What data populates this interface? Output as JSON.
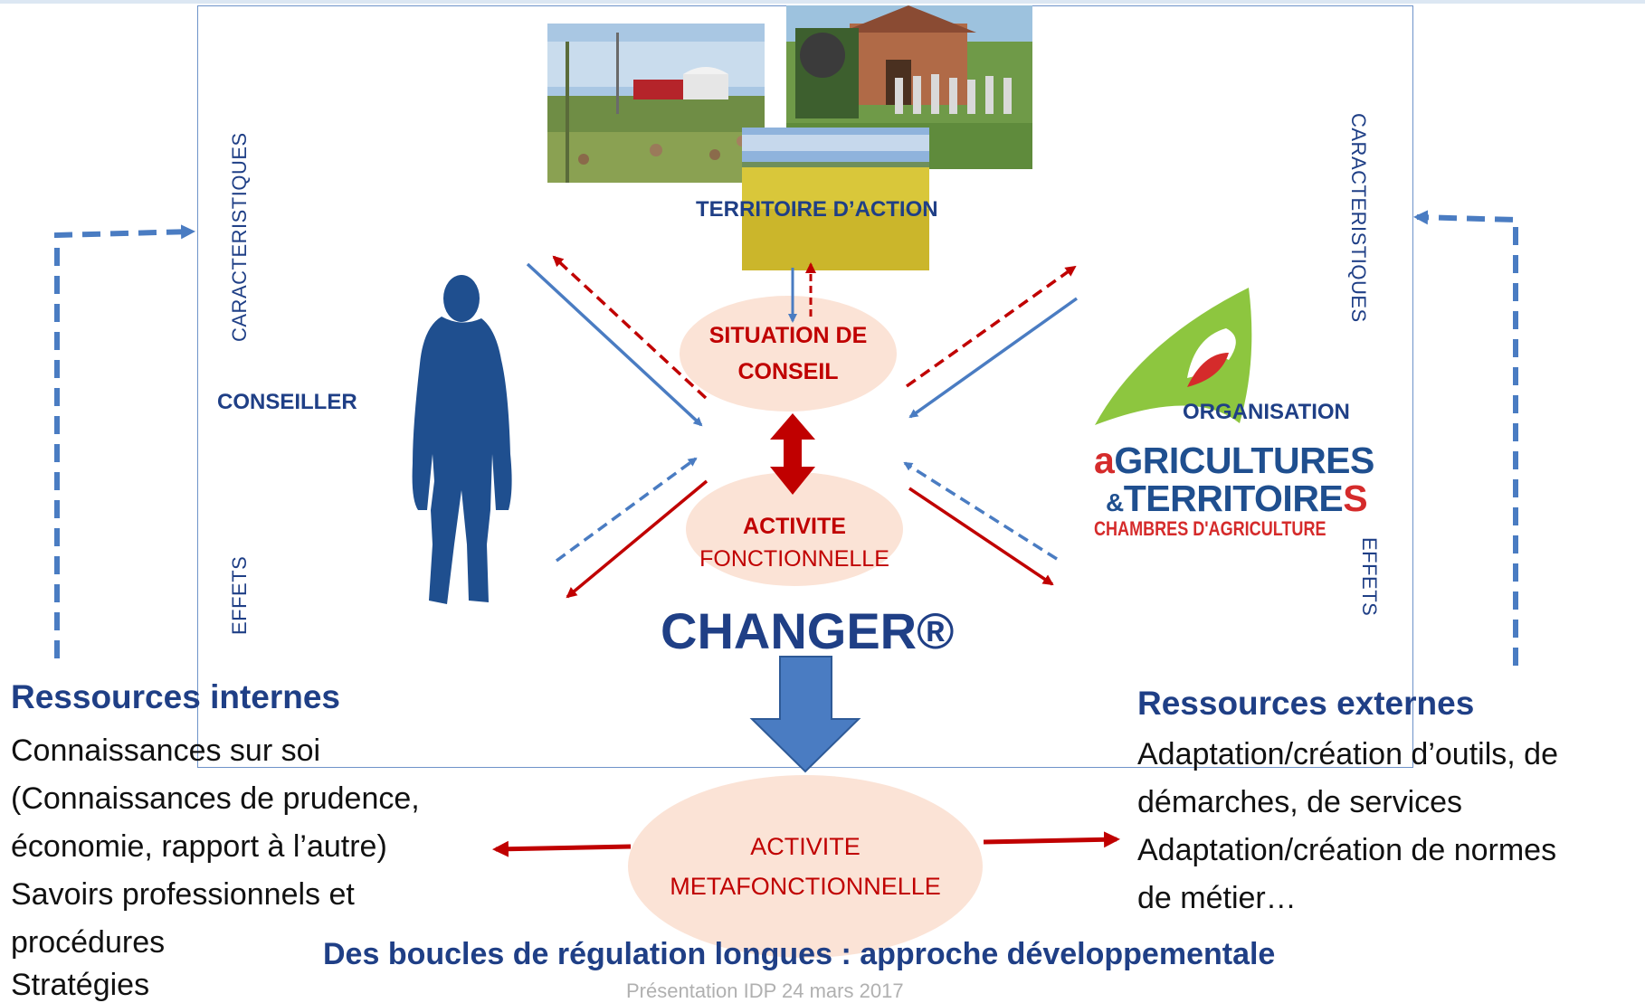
{
  "labels": {
    "caracteristiques": "CARACTERISTIQUES",
    "effets": "EFFETS",
    "territoire": "TERRITOIRE D’ACTION",
    "conseiller": "CONSEILLER",
    "organisation": "ORGANISATION",
    "changer": "CHANGER®"
  },
  "nodes": {
    "situation_line1": "SITUATION DE",
    "situation_line2": "CONSEIL",
    "activite_line1": "ACTIVITE",
    "activite_line2": "FONCTIONNELLE",
    "meta_line1": "ACTIVITE",
    "meta_line2": "METAFONCTIONNELLE"
  },
  "logo": {
    "line1_a": "a",
    "line1_rest": "GRICULTURES",
    "line2_prefix": "&",
    "line2_main": "TERRITOIRE",
    "line2_s": "S",
    "line3": "CHAMBRES D'AGRICULTURE"
  },
  "internal": {
    "title": "Ressources internes",
    "lines": [
      "Connaissances sur soi",
      "(Connaissances de prudence,",
      "économie, rapport à l’autre)",
      "Savoirs professionnels et",
      "procédures",
      "Stratégies"
    ]
  },
  "external": {
    "title": "Ressources externes",
    "lines": [
      "Adaptation/création d’outils, de",
      "démarches, de services",
      "Adaptation/création de normes",
      "de métier…"
    ]
  },
  "footer": {
    "headline": "Des boucles de régulation longues : approche développementale",
    "caption": "Présentation IDP 24 mars 2017"
  },
  "colors": {
    "navy": "#1f3f86",
    "red_arrow": "#c00000",
    "blue_arrow": "#4a7cc2",
    "ellipse_fill": "#fbe3d6"
  }
}
